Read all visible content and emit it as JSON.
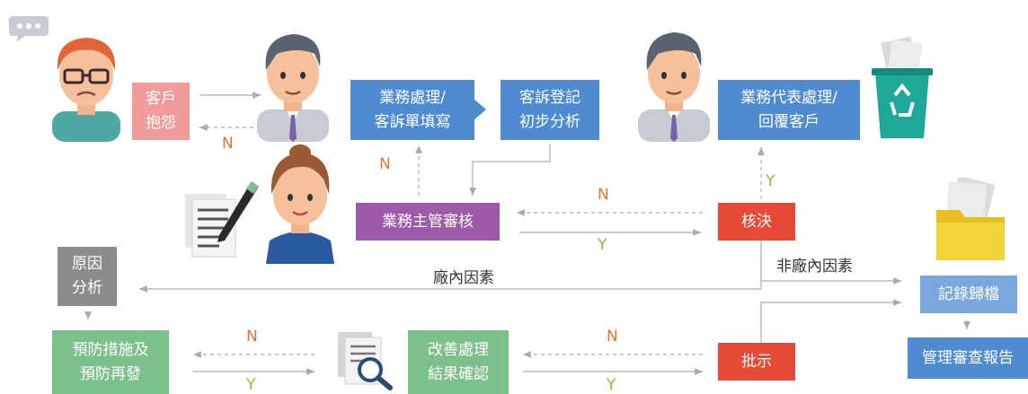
{
  "colors": {
    "pink": "#f29b9b",
    "blue": "#4f8bd1",
    "purple": "#9c5aa8",
    "red": "#e64a36",
    "gray": "#8c8c8c",
    "green": "#7cc08c",
    "lightblue": "#7aa7dd",
    "n_label": "#e8742d",
    "y_label": "#8cbf26"
  },
  "nodes": {
    "customer_complaint": "客戶\n抱怨",
    "sales_fill_form": "業務處理/\n客訴單填寫",
    "register_analysis": "客訴登記\n初步分析",
    "sales_rep_reply": "業務代表處理/\n回覆客戶",
    "supervisor_review": "業務主管審核",
    "approve": "核決",
    "cause_analysis": "原因\n分析",
    "record_archive": "記錄歸檔",
    "prevention": "預防措施及\n預防再發",
    "improvement_confirm": "改善處理\n結果確認",
    "instruction": "批示",
    "management_review_report": "管理審查報告"
  },
  "labels": {
    "n1": "N",
    "n2": "N",
    "n3": "N",
    "y1": "Y",
    "y2": "Y",
    "internal_factor": "廠內因素",
    "external_factor": "非廠內因素",
    "n4": "N",
    "n5": "N",
    "y3": "Y",
    "y4": "Y"
  },
  "icons": {
    "chat": "chat-bubble-icon",
    "angry_customer": "angry-customer-icon",
    "sales_person": "sales-person-icon",
    "sales_rep": "sales-rep-icon",
    "recycle": "recycle-bin-icon",
    "supervisor": "supervisor-woman-icon",
    "document_pen": "document-pen-icon",
    "folder": "archive-folder-icon",
    "document_search": "document-search-icon"
  }
}
